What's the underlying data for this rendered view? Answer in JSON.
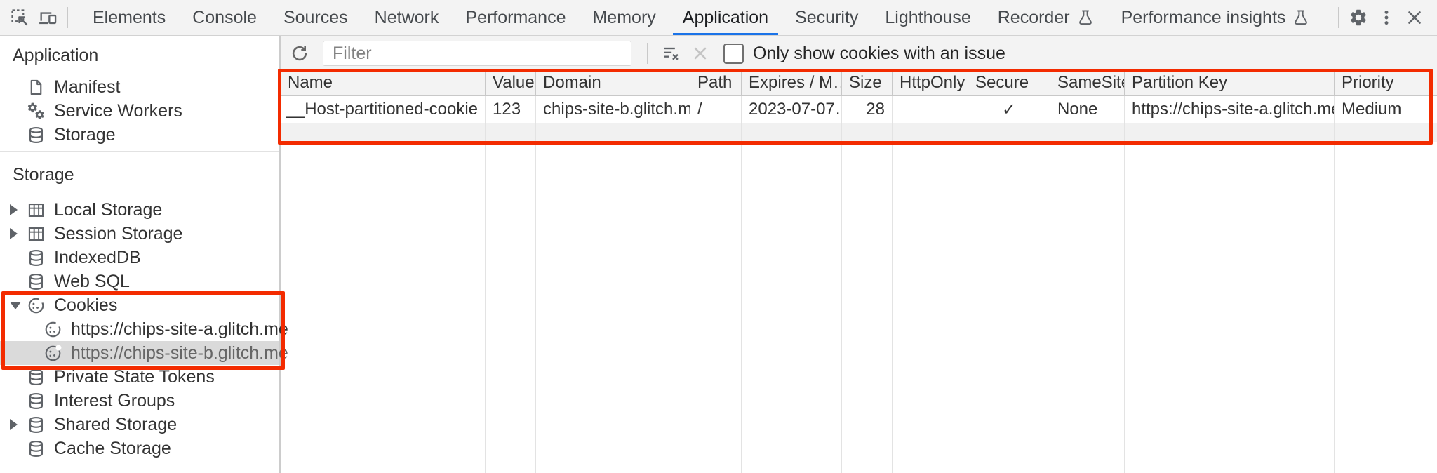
{
  "toolbar": {
    "tabs": [
      "Elements",
      "Console",
      "Sources",
      "Network",
      "Performance",
      "Memory",
      "Application",
      "Security",
      "Lighthouse",
      "Recorder",
      "Performance insights"
    ],
    "selected_tab": "Application"
  },
  "sidebar": {
    "app_section_title": "Application",
    "app_items": [
      "Manifest",
      "Service Workers",
      "Storage"
    ],
    "storage_section_title": "Storage",
    "storage_items": [
      "Local Storage",
      "Session Storage",
      "IndexedDB",
      "Web SQL",
      "Cookies",
      "https://chips-site-a.glitch.me",
      "https://chips-site-b.glitch.me",
      "Private State Tokens",
      "Interest Groups",
      "Shared Storage",
      "Cache Storage"
    ],
    "selected_item": "https://chips-site-b.glitch.me"
  },
  "cookies_panel": {
    "filter_placeholder": "Filter",
    "only_issue_label": "Only show cookies with an issue",
    "table": {
      "columns": [
        "Name",
        "Value",
        "Domain",
        "Path",
        "Expires / M…",
        "Size",
        "HttpOnly",
        "Secure",
        "SameSite",
        "Partition Key",
        "Priority"
      ],
      "row": {
        "name": "__Host-partitioned-cookie",
        "value": "123",
        "domain": "chips-site-b.glitch.me",
        "path": "/",
        "expires": "2023-07-07…",
        "size": "28",
        "http_only": "",
        "secure": "✓",
        "same_site": "None",
        "partition_key": "https://chips-site-a.glitch.me",
        "priority": "Medium"
      }
    }
  },
  "colors": {
    "accent_blue": "#1a73e8",
    "annotation_red": "#f32b00",
    "icon_gray": "#5f6368",
    "selected_row_bg": "#dadada"
  }
}
